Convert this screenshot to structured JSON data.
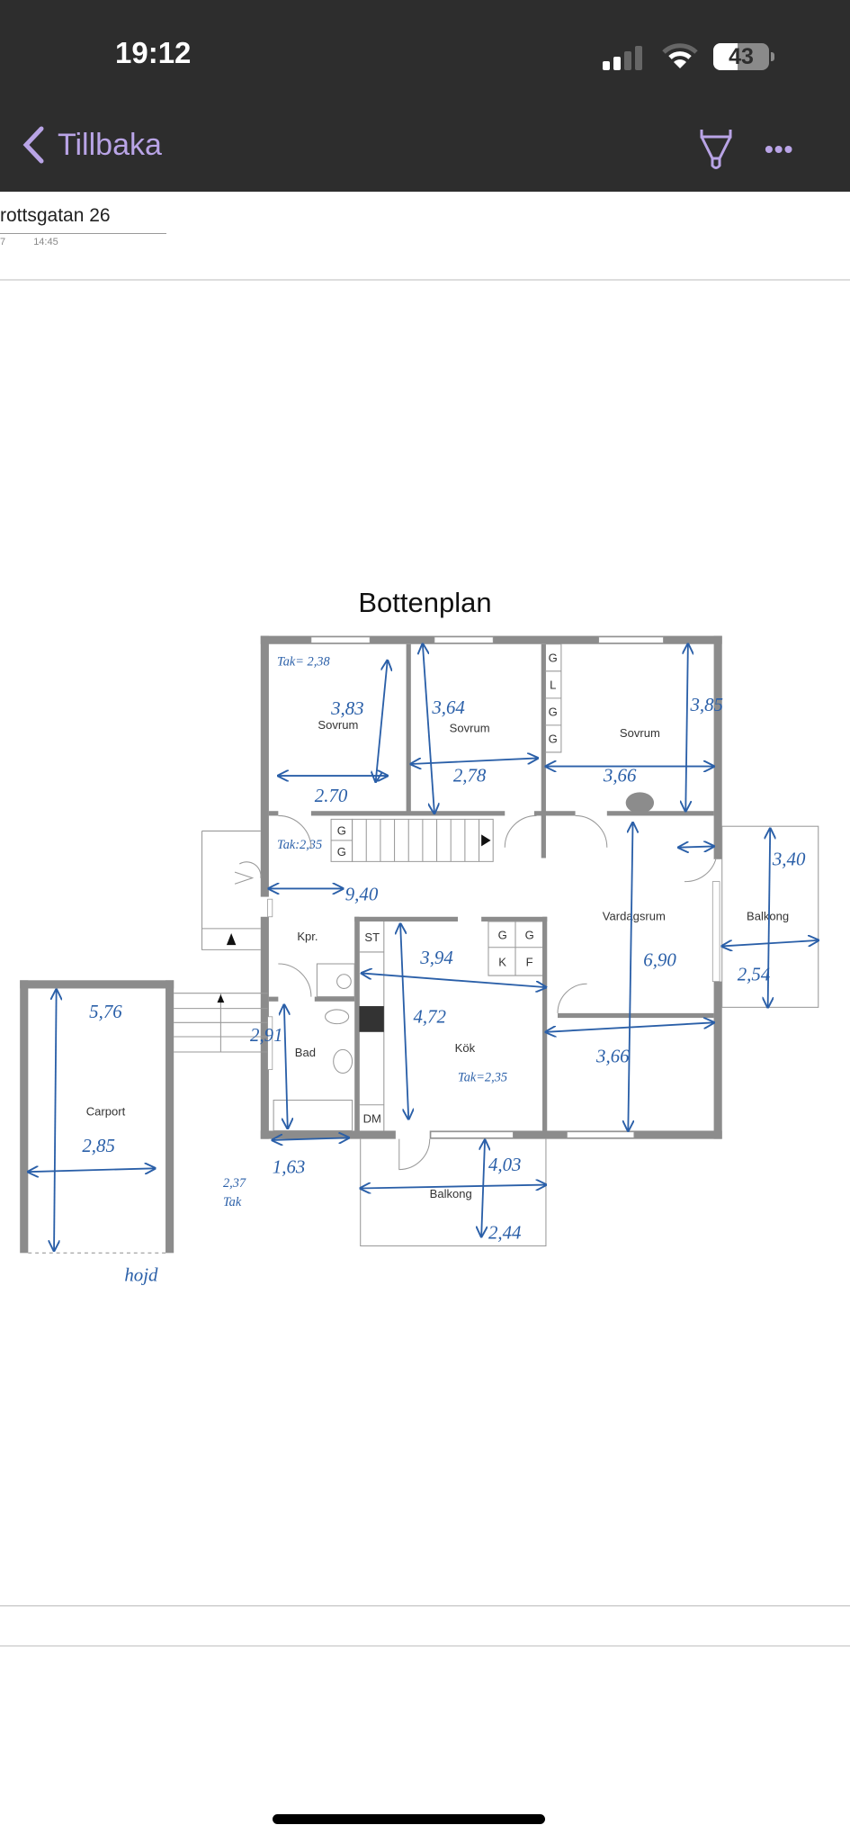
{
  "status_bar": {
    "time": "19:12",
    "battery": "43"
  },
  "nav": {
    "back_label": "Tillbaka",
    "pen_icon": "highlighter-icon",
    "more_label": "•••"
  },
  "document": {
    "title": "rottsgatan 26",
    "date_fragment": "7",
    "time": "14:45"
  },
  "plan": {
    "title": "Bottenplan",
    "rooms": {
      "sovrum1": "Sovrum",
      "sovrum2": "Sovrum",
      "sovrum3": "Sovrum",
      "vardagsrum": "Vardagsrum",
      "balkong_right": "Balkong",
      "kpr": "Kpr.",
      "bad": "Bad",
      "kok": "Kök",
      "carport": "Carport",
      "balkong_bottom": "Balkong"
    },
    "fixtures": {
      "closet1": "G",
      "closet2": "L",
      "closet3": "G",
      "closet4": "G",
      "stair_g1": "G",
      "stair_g2": "G",
      "st": "ST",
      "kg1": "G",
      "kg2": "G",
      "k": "K",
      "f": "F",
      "dm": "DM"
    },
    "annotations": {
      "tak1": "Tak= 2,38",
      "s1_len": "3,83",
      "s1_wid": "2.70",
      "s2_len": "3,64",
      "s2_wid": "2,78",
      "s3_wid": "3,66",
      "s3_len": "3,85",
      "tak2": "Tak:2,35",
      "hall": "9,40",
      "kitchen_w": "3,94",
      "living_len": "6,90",
      "balk_len": "3,40",
      "balk_wid": "2,54",
      "kitchen_len": "4,72",
      "living_w": "3,66",
      "tak3": "Tak=2,35",
      "bad_len": "2,91",
      "bad_wid": "1,63",
      "out_tak": "2,37",
      "out_tak_label": "Tak",
      "balk2_w": "4,03",
      "balk2_d": "2,44",
      "carport_len": "5,76",
      "carport_wid": "2,85",
      "hojd": "hojd"
    }
  },
  "colors": {
    "header_bg": "#2d2d2d",
    "accent": "#b9a4e6",
    "ink": "#2a5fa8",
    "wall": "#8c8c8c"
  }
}
